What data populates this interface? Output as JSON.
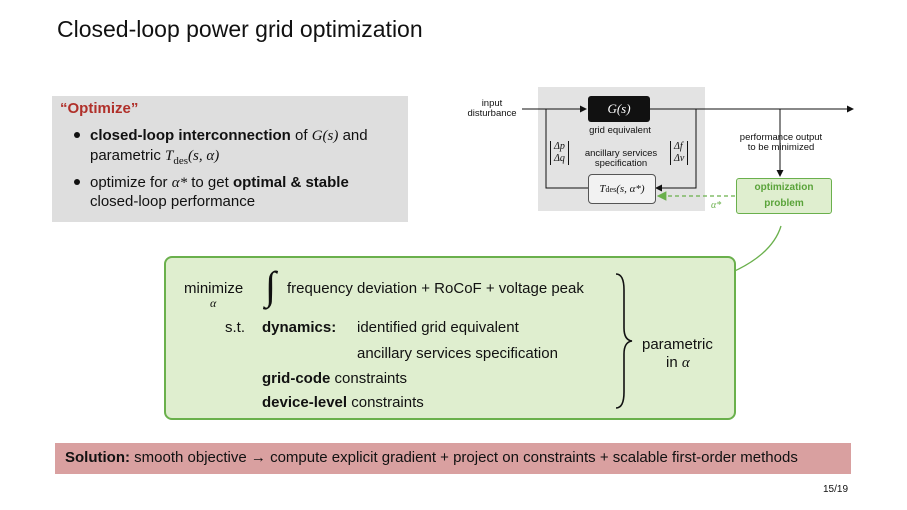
{
  "slide": {
    "title": "Closed-loop power grid optimization",
    "page_number": "15/19"
  },
  "optimize_block": {
    "title": "“Optimize”",
    "bullet1": {
      "bold": "closed-loop interconnection",
      "text_of": "of",
      "math_g": "G(s)",
      "text_and": "and",
      "line2_text": "parametric",
      "math_tdes": "T",
      "math_tdes_sub": "des",
      "math_tdes_args": "(s, α)"
    },
    "bullet2": {
      "text_pre": "optimize for",
      "math_alpha": "α*",
      "text_mid": "to get",
      "bold": "optimal & stable",
      "line2": "closed-loop performance"
    }
  },
  "diagram": {
    "input_label": "input\ndisturbance",
    "g_block": "G(s)",
    "grid_equivalent": "grid equivalent",
    "ancillary_label": "ancillary services\nspecification",
    "left_vector": [
      "Δp",
      "Δq"
    ],
    "right_vector": [
      "Δf",
      "Δv"
    ],
    "t_block": "T",
    "t_block_sub": "des",
    "t_block_args": "(s, α*)",
    "alpha_star": "α*",
    "performance_label": "performance output\nto be minimized",
    "optimization_problem": "optimization\nproblem",
    "colors": {
      "green": "#6ab04c",
      "green_fill": "#dfeecf",
      "dark": "#111111",
      "gray_bg": "#e3e3e3"
    }
  },
  "problem": {
    "minimize": "minimize",
    "minimize_sub": "α",
    "integral_sign": "∫",
    "objective": "frequency deviation + RoCoF + voltage peak",
    "st": "s.t.",
    "dynamics_label": "dynamics:",
    "dynamics1": "identified grid equivalent",
    "dynamics2": "ancillary services specification",
    "gridcode_bold": "grid-code",
    "gridcode_rest": "constraints",
    "device_bold": "device-level",
    "device_rest": "constraints",
    "parametric_line1": "parametric",
    "parametric_line2_text": "in",
    "parametric_alpha": "α"
  },
  "solution": {
    "label": "Solution:",
    "text_pre": "smooth objective",
    "arrow": "→",
    "text_post": "compute explicit gradient + project on constraints + scalable first-order methods",
    "bar_color": "#d9a0a0"
  }
}
